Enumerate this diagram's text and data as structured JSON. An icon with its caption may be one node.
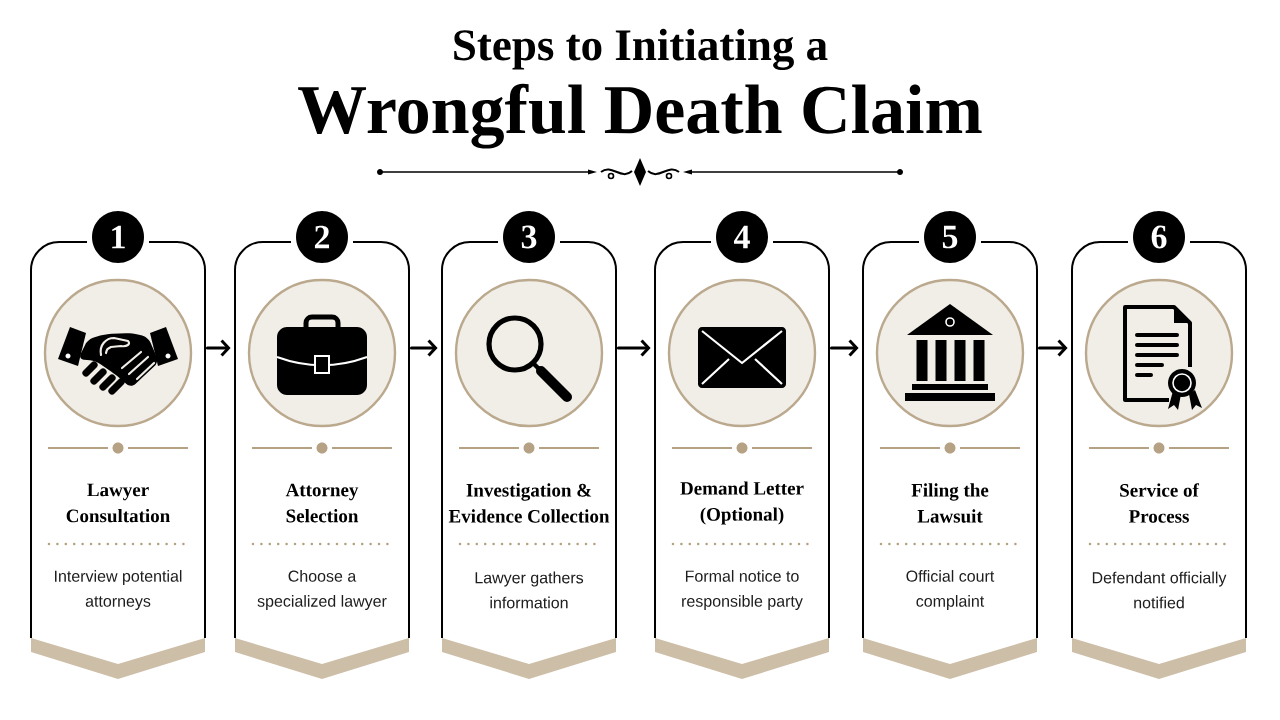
{
  "diagram": {
    "title": "Wrongful Death Claim",
    "nodes": [
      {
        "text": [
          "1",
          "Lawyer Consultation",
          "Interview potential attorneys"
        ]
      },
      {
        "text": [
          "2",
          "Attorney Selection",
          "Choose a specialized lawyer"
        ]
      },
      {
        "text": [
          "3",
          "Investigation & Evidence Collection",
          "Lawyer gathers information"
        ]
      },
      {
        "text": [
          "4",
          "Demand Letter (Optional)",
          "Formal notice to responsible party"
        ]
      },
      {
        "text": [
          "5",
          "Filing the Lawsuit",
          "Official court complaint"
        ]
      },
      {
        "text": [
          "6",
          "Service of Process",
          "Defendant officially notified"
        ]
      }
    ],
    "edges": [
      {
        "from": 0,
        "to": 1,
        "arrow": "to"
      },
      {
        "from": 1,
        "to": 2,
        "arrow": "to"
      },
      {
        "from": 2,
        "to": 3,
        "arrow": "to"
      },
      {
        "from": 3,
        "to": 4,
        "arrow": "to"
      },
      {
        "from": 4,
        "to": 5,
        "arrow": "to"
      }
    ],
    "labels": [
      "Steps to Initiating a"
    ]
  }
}
